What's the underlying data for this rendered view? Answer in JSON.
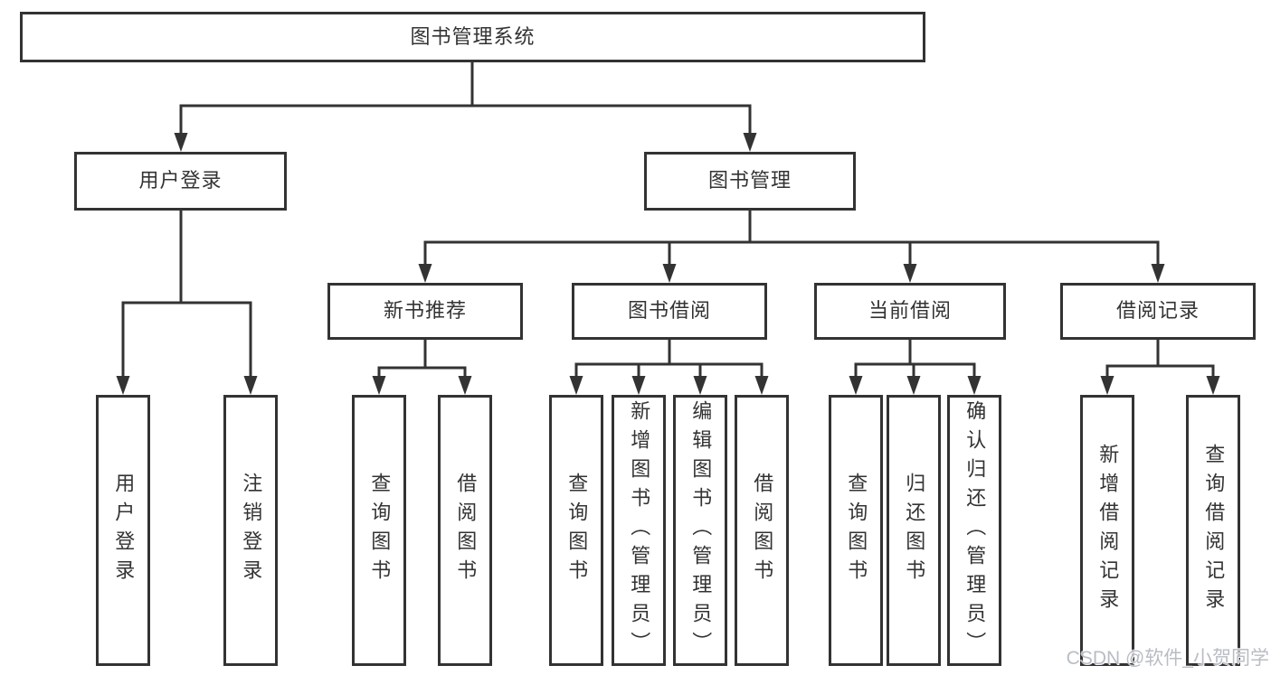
{
  "diagram": {
    "root": {
      "label": "图书管理系统"
    },
    "level2": [
      {
        "label": "用户登录",
        "children": [
          {
            "label": "用户登录"
          },
          {
            "label": "注销登录"
          }
        ]
      },
      {
        "label": "图书管理",
        "children": [
          {
            "label": "新书推荐",
            "children": [
              {
                "label": "查询图书"
              },
              {
                "label": "借阅图书"
              }
            ]
          },
          {
            "label": "图书借阅",
            "children": [
              {
                "label": "查询图书"
              },
              {
                "label": "新增图书（管理员）"
              },
              {
                "label": "编辑图书（管理员）"
              },
              {
                "label": "借阅图书"
              }
            ]
          },
          {
            "label": "当前借阅",
            "children": [
              {
                "label": "查询图书"
              },
              {
                "label": "归还图书"
              },
              {
                "label": "确认归还（管理员）"
              }
            ]
          },
          {
            "label": "借阅记录",
            "children": [
              {
                "label": "新增借阅记录"
              },
              {
                "label": "查询借阅记录"
              }
            ]
          }
        ]
      }
    ]
  },
  "watermark": {
    "text": "CSDN @软件_小贺同学"
  },
  "colors": {
    "line": "#333333",
    "text": "#333333",
    "background": "#ffffff",
    "watermark_text": "#b9bdc4"
  }
}
